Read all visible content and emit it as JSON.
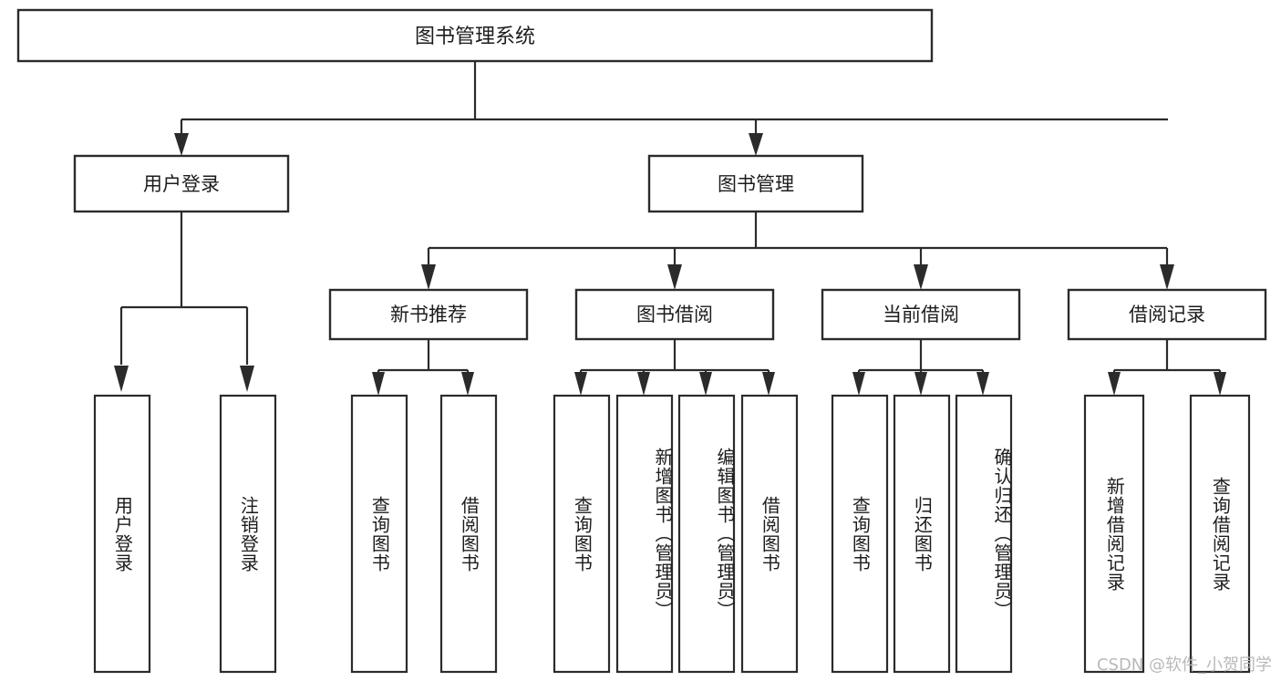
{
  "diagram": {
    "type": "tree",
    "title": "图书管理系统",
    "watermark": "CSDN @软件_小贺同学",
    "root": {
      "id": "root",
      "label": "图书管理系统"
    },
    "level2": [
      {
        "id": "user-login",
        "label": "用户登录"
      },
      {
        "id": "book-management",
        "label": "图书管理"
      }
    ],
    "level3": [
      {
        "id": "new-book-recommend",
        "label": "新书推荐"
      },
      {
        "id": "book-borrow",
        "label": "图书借阅"
      },
      {
        "id": "current-borrow",
        "label": "当前借阅"
      },
      {
        "id": "borrow-record",
        "label": "借阅记录"
      }
    ],
    "leaves": {
      "user_login": [
        {
          "id": "leaf-user-login",
          "label": "用户登录"
        },
        {
          "id": "leaf-logout-login",
          "label": "注销登录"
        }
      ],
      "new_book_recommend": [
        {
          "id": "leaf-query-book-1",
          "label": "查询图书"
        },
        {
          "id": "leaf-borrow-book-1",
          "label": "借阅图书"
        }
      ],
      "book_borrow": [
        {
          "id": "leaf-query-book-2",
          "label": "查询图书"
        },
        {
          "id": "leaf-add-book",
          "label": "新增图书（管理员）"
        },
        {
          "id": "leaf-edit-book",
          "label": "编辑图书（管理员）"
        },
        {
          "id": "leaf-borrow-book-2",
          "label": "借阅图书"
        }
      ],
      "current_borrow": [
        {
          "id": "leaf-query-book-3",
          "label": "查询图书"
        },
        {
          "id": "leaf-return-book",
          "label": "归还图书"
        },
        {
          "id": "leaf-confirm-return",
          "label": "确认归还（管理员）"
        }
      ],
      "borrow_record": [
        {
          "id": "leaf-add-record",
          "label": "新增借阅记录"
        },
        {
          "id": "leaf-query-record",
          "label": "查询借阅记录"
        }
      ]
    },
    "colors": {
      "stroke": "#2b2b2b",
      "fill": "#ffffff",
      "text": "#1c1c1c",
      "watermark": "#b9b9b9"
    }
  }
}
